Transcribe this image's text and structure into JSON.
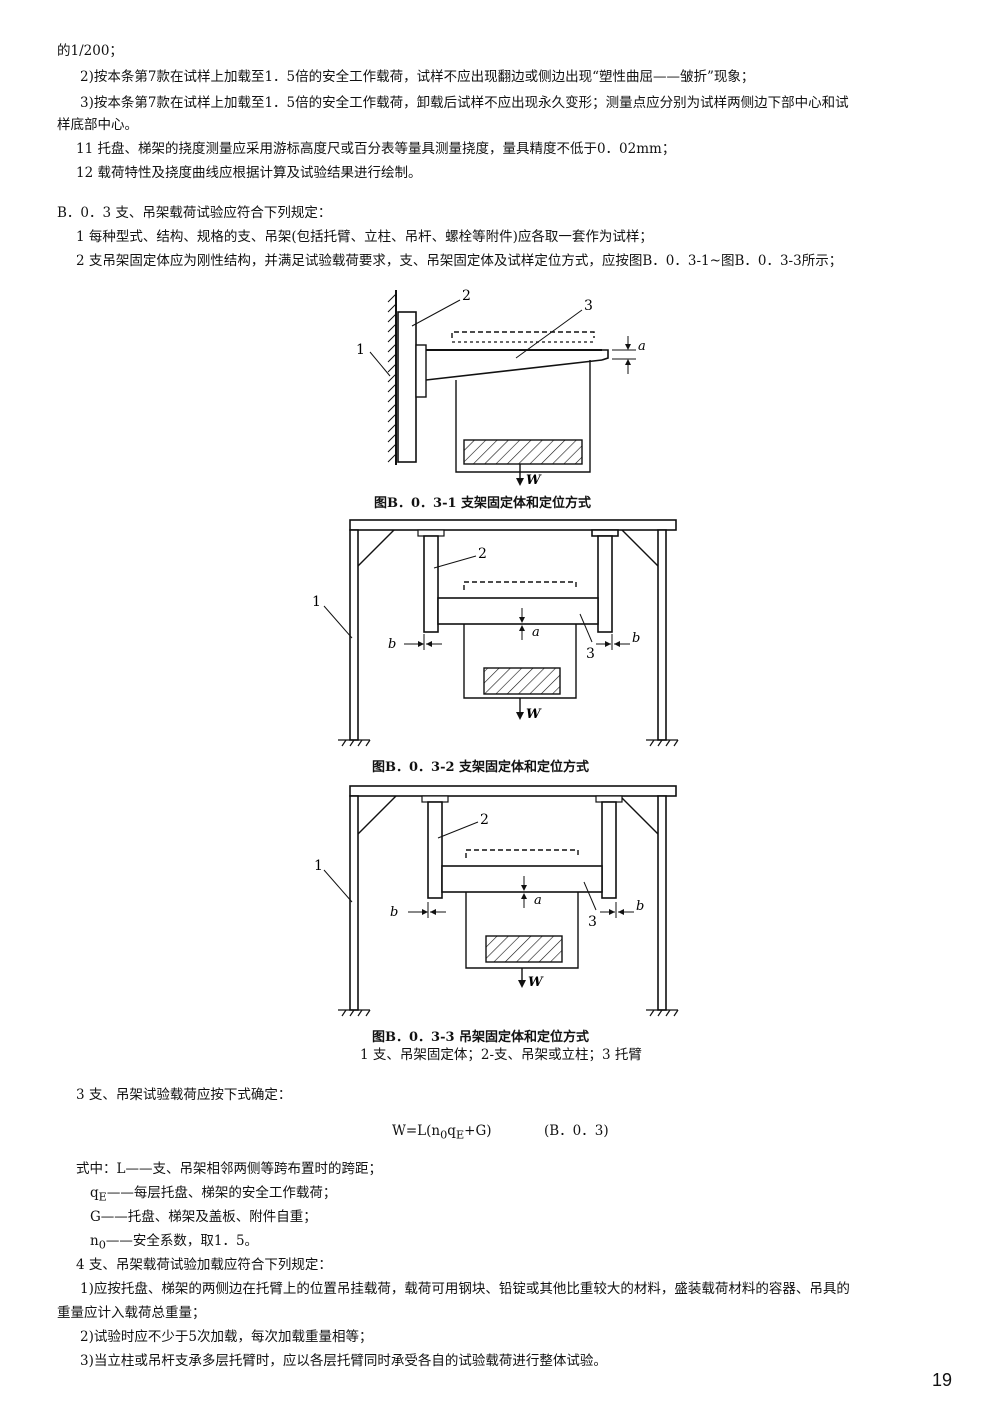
{
  "text": {
    "l1": "的1/200；",
    "l2": "2)按本条第7款在试样上加载至1．5倍的安全工作载荷，试样不应出现翻边或侧边出现“塑性曲屈——皱折”现象；",
    "l3a": "3)按本条第7款在试样上加载至1．5倍的安全工作载荷，卸载后试样不应出现永久变形；测量点应分别为试样两侧边下部中心和试",
    "l3b": "样底部中心。",
    "l11": "11 托盘、梯架的挠度测量应采用游标高度尺或百分表等量具测量挠度，量具精度不低于0．02mm；",
    "l12": "12 载荷特性及挠度曲线应根据计算及试验结果进行绘制。",
    "b03": "B．0．3 支、吊架载荷试验应符合下列规定：",
    "b03_1": "1 每种型式、结构、规格的支、吊架(包括托臂、立柱、吊杆、螺栓等附件)应各取一套作为试样；",
    "b03_2": "2 支吊架固定体应为刚性结构，并满足试验载荷要求，支、吊架固定体及试样定位方式，应按图B．0．3-1~图B．0．3-3所示；",
    "b03_3": "3 支、吊架试验载荷应按下式确定：",
    "formula_lhs": "W=L(n",
    "formula_sub1": "0",
    "formula_mid": "q",
    "formula_sub2": "E",
    "formula_rhs": "+G)",
    "formula_no": "(B．0．3)",
    "where_L": "式中：L——支、吊架相邻两侧等跨布置时的跨距；",
    "where_qE_sym": "q",
    "where_qE_sub": "E",
    "where_qE_desc": "——每层托盘、梯架的安全工作载荷；",
    "where_G": "G——托盘、梯架及盖板、附件自重；",
    "where_n0_sym": "n",
    "where_n0_sub": "0",
    "where_n0_desc": "——安全系数，取1．5。",
    "b03_4": "4 支、吊架载荷试验加载应符合下列规定：",
    "b03_4_1a": "1)应按托盘、梯架的两侧边在托臂上的位置吊挂载荷，载荷可用钢块、铅锭或其他比重较大的材料，盛装载荷材料的容器、吊具的",
    "b03_4_1b": "重量应计入载荷总重量；",
    "b03_4_2": "2)试验时应不少于5次加载，每次加载重量相等；",
    "b03_4_3": "3)当立柱或吊杆支承多层托臂时，应以各层托臂同时承受各自的试验载荷进行整体试验。",
    "page_number": "19"
  },
  "figures": {
    "fig1_caption": "图B．0．3-1 支架固定体和定位方式",
    "fig2_caption": "图B．0．3-2 支架固定体和定位方式",
    "fig3_caption": "图B．0．3-3 吊架固定体和定位方式",
    "legend": "1 支、吊架固定体；2-支、吊架或立柱；3 托臂",
    "labels": {
      "one": "1",
      "two": "2",
      "three": "3",
      "a": "a",
      "b": "b",
      "W": "W"
    }
  }
}
